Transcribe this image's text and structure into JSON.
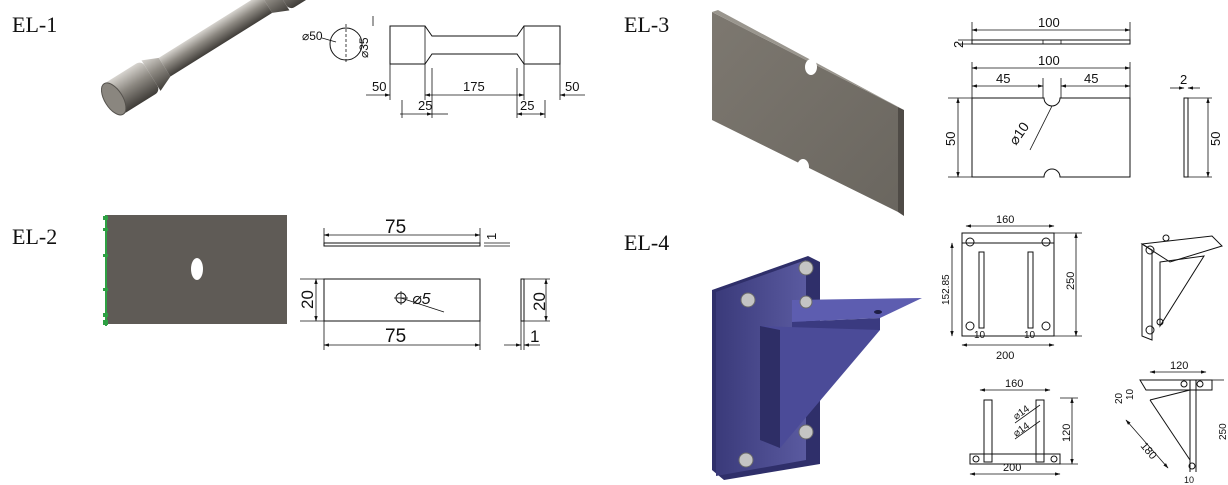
{
  "panels": {
    "el1": {
      "label": "EL-1",
      "dims": {
        "d_head": "50",
        "d_gauge": "35",
        "len_left": "50",
        "len_mid": "175",
        "len_right": "50",
        "fillet_left": "25",
        "fillet_right": "25"
      }
    },
    "el2": {
      "label": "EL-2",
      "dims": {
        "length_top": "75",
        "thickness_top": "1",
        "height": "20",
        "hole": "5",
        "length_bottom": "75",
        "height_right": "20",
        "thickness_right": "1"
      }
    },
    "el3": {
      "label": "EL-3",
      "dims": {
        "length_top": "100",
        "thickness_left": "2",
        "length_mid": "100",
        "notch_left": "45",
        "notch_right": "45",
        "notch_dia": "10",
        "height_left": "50",
        "thickness_side": "2",
        "height_side": "50"
      }
    },
    "el4": {
      "label": "EL-4",
      "dims": {
        "front_width_top": "160",
        "front_height": "250",
        "front_inner": "152.85",
        "front_off_left": "10",
        "front_off_right": "10",
        "front_width": "200",
        "top_width_top": "160",
        "top_hole_1": "14",
        "top_hole_2": "14",
        "top_depth": "120",
        "top_width": "200",
        "side_width": "120",
        "side_offset_1": "10",
        "side_offset_2": "20",
        "side_diag": "180",
        "side_height": "250",
        "side_bottom": "10"
      }
    }
  },
  "colors": {
    "steel": "#7a766f",
    "steel_light": "#a8a49c",
    "plate": "#5a5550",
    "bracket": "#4a4a8c",
    "bracket_dark": "#2e2e66",
    "bolt": "#b8b8b8",
    "green_marker": "#2ea043"
  }
}
